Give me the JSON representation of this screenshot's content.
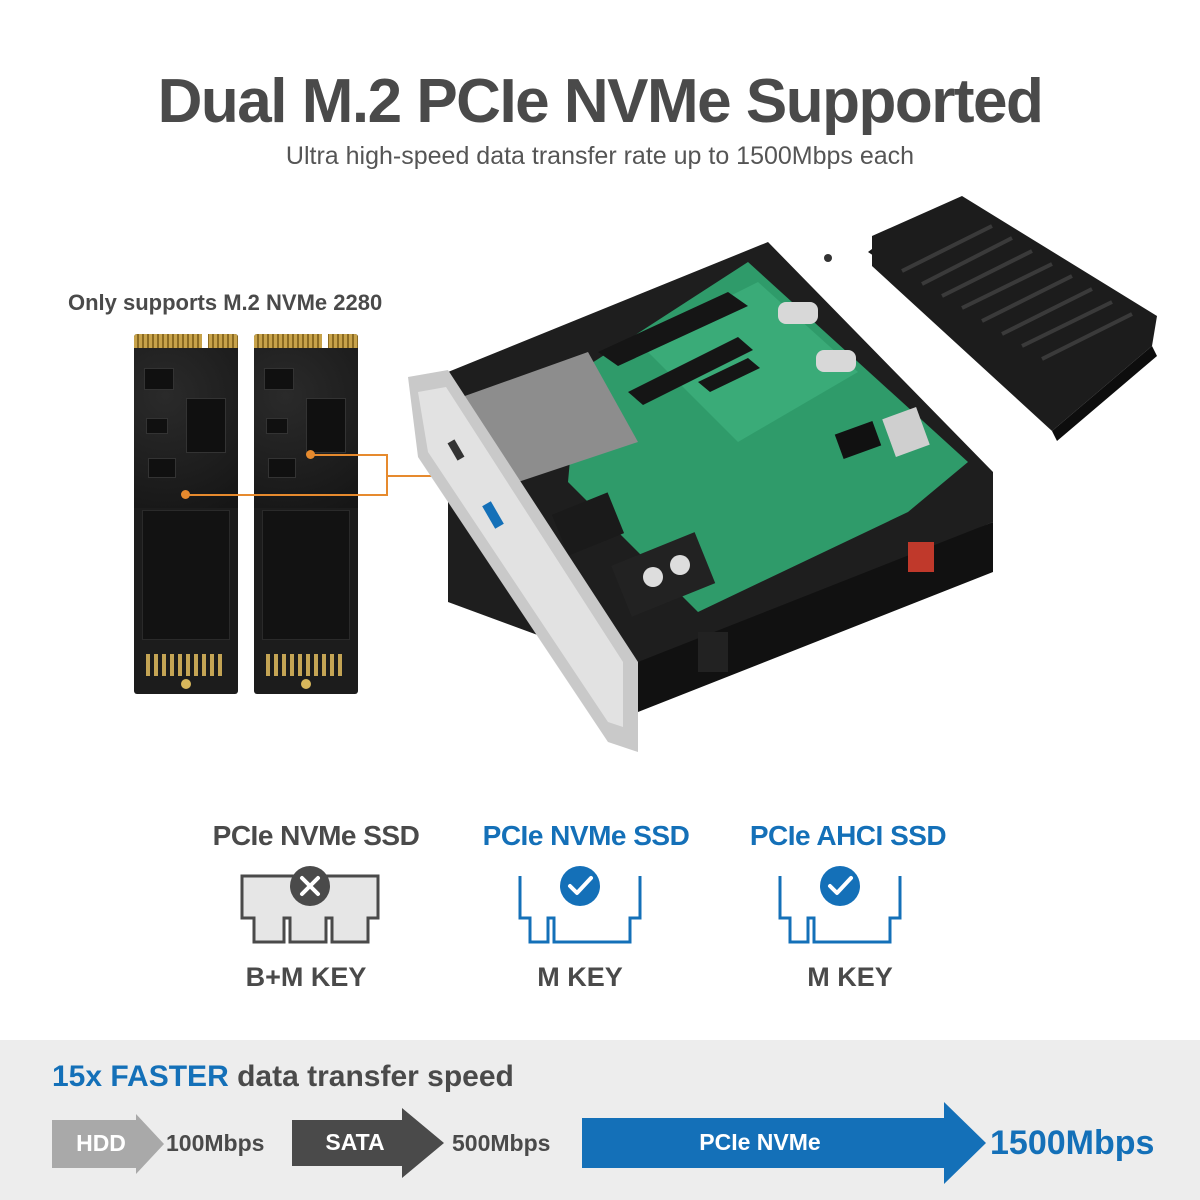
{
  "header": {
    "title": "Dual M.2 PCIe NVMe Supported",
    "subtitle": "Ultra high-speed data transfer rate up to 1500Mbps each"
  },
  "support_note": "Only supports M.2 NVMe 2280",
  "keys": [
    {
      "type": "PCIe NVMe SSD",
      "key": "B+M KEY",
      "supported": false,
      "color": "#4a4a4a"
    },
    {
      "type": "PCIe NVMe SSD",
      "key": "M KEY",
      "supported": true,
      "color": "#1470b8"
    },
    {
      "type": "PCIe AHCI SSD",
      "key": "M KEY",
      "supported": true,
      "color": "#1470b8"
    }
  ],
  "speed": {
    "headline_accent": "15x FASTER",
    "headline_rest": " data transfer speed",
    "tiers": [
      {
        "name": "HDD",
        "value": "100Mbps",
        "color": "#a9a9a9"
      },
      {
        "name": "SATA",
        "value": "500Mbps",
        "color": "#4a4a4a"
      },
      {
        "name": "PCIe NVMe",
        "value": "1500Mbps",
        "color": "#1470b8"
      }
    ]
  },
  "colors": {
    "accent_blue": "#1470b8",
    "callout_orange": "#e68a2e",
    "band_gray": "#ededed"
  }
}
